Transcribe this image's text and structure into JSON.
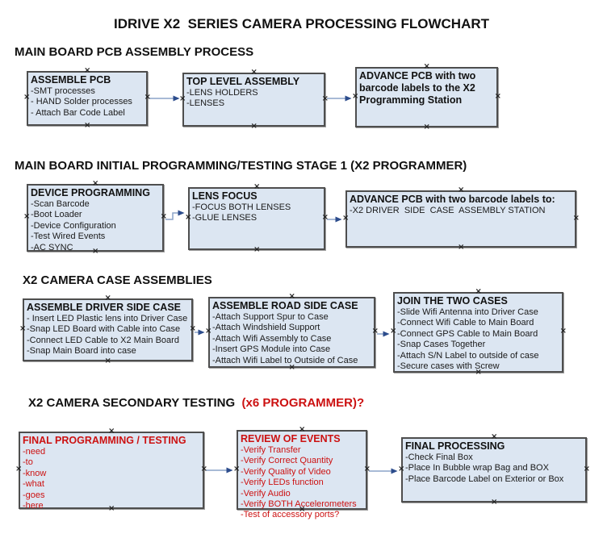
{
  "title": "IDRIVE X2  SERIES CAMERA PROCESSING FLOWCHART",
  "icons": {
    "connection_point": "×"
  },
  "colors": {
    "box_fill": "#dce6f2",
    "box_border": "#4e4e4e",
    "connector_line": "#8ca4c8",
    "connector_arrowhead": "#2c4c8c",
    "red_text": "#cc1111"
  },
  "sections": [
    {
      "heading": "MAIN BOARD PCB ASSEMBLY PROCESS",
      "boxes": [
        {
          "title": "ASSEMBLE PCB",
          "items": [
            "-SMT processes",
            "- HAND Solder processes",
            "- Attach Bar Code Label"
          ]
        },
        {
          "title": "TOP LEVEL ASSEMBLY",
          "items": [
            "-LENS HOLDERS",
            "-LENSES"
          ]
        },
        {
          "title": "ADVANCE PCB with two barcode labels to the X2 Programming Station",
          "items": []
        }
      ]
    },
    {
      "heading": "MAIN BOARD INITIAL PROGRAMMING/TESTING STAGE 1 (X2 PROGRAMMER)",
      "boxes": [
        {
          "title": "DEVICE PROGRAMMING",
          "items": [
            "-Scan Barcode",
            "-Boot Loader",
            "-Device Configuration",
            "-Test Wired Events",
            "-AC SYNC"
          ]
        },
        {
          "title": "LENS FOCUS",
          "items": [
            "-FOCUS BOTH LENSES",
            "-GLUE LENSES"
          ]
        },
        {
          "title": "ADVANCE PCB with two barcode labels to:",
          "items": [
            "-X2 DRIVER  SIDE  CASE  ASSEMBLY STATION"
          ]
        }
      ]
    },
    {
      "heading": "X2 CAMERA CASE ASSEMBLIES",
      "boxes": [
        {
          "title": "ASSEMBLE DRIVER SIDE CASE",
          "items": [
            "- Insert LED Plastic lens into Driver Case",
            "-Snap LED Board with Cable into Case",
            "-Connect LED Cable to X2 Main Board",
            "-Snap Main Board into case"
          ]
        },
        {
          "title": "ASSEMBLE ROAD SIDE CASE",
          "items": [
            "-Attach Support Spur to Case",
            "-Attach Windshield Support",
            "-Attach Wifi Assembly to Case",
            "-Insert GPS Module into Case",
            "-Attach Wifi Label to Outside of Case"
          ]
        },
        {
          "title": "JOIN THE TWO CASES",
          "items": [
            "-Slide Wifi Antenna into Driver Case",
            "-Connect Wifi Cable to Main Board",
            "-Connect GPS Cable to Main Board",
            "-Snap Cases Together",
            "-Attach S/N Label to outside of case",
            "-Secure cases with Screw"
          ]
        }
      ]
    },
    {
      "heading_black": "X2 CAMERA SECONDARY TESTING ",
      "heading_red": " (x6 PROGRAMMER)?",
      "boxes": [
        {
          "title": "FINAL PROGRAMMING / TESTING",
          "items": [
            "-need",
            "-to",
            "-know",
            "-what",
            "-goes",
            "-here"
          ]
        },
        {
          "title": "REVIEW OF EVENTS",
          "items": [
            "-Verify Transfer",
            "-Verify Correct Quantity",
            "-Verify Quality of Video",
            "-Verify LEDs function",
            "-Verify Audio",
            "-Verify BOTH Accelerometers",
            "-Test of accessory ports?"
          ]
        },
        {
          "title": "FINAL PROCESSING",
          "items": [
            "-Check Final Box",
            "-Place In Bubble wrap Bag and BOX",
            "-Place Barcode Label on Exterior or Box"
          ]
        }
      ]
    }
  ]
}
